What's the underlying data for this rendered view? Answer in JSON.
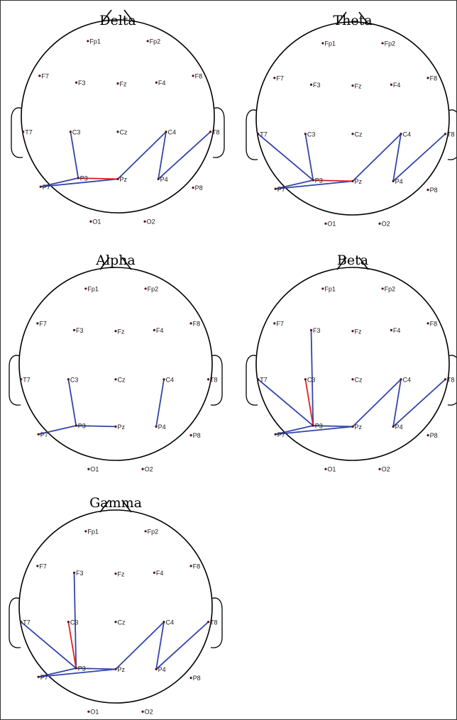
{
  "figure": {
    "panels": [
      {
        "title": "Delta",
        "electrodes": [
          "Fp1",
          "Fp2",
          "F7",
          "F3",
          "Fz",
          "F4",
          "F8",
          "T7",
          "C3",
          "Cz",
          "C4",
          "T8",
          "P7",
          "P3",
          "Pz",
          "P4",
          "P8",
          "O1",
          "O2"
        ],
        "connections": [
          {
            "from": "C3",
            "to": "P3",
            "color": "blue"
          },
          {
            "from": "P3",
            "to": "P7",
            "color": "blue"
          },
          {
            "from": "P7",
            "to": "Pz",
            "color": "blue"
          },
          {
            "from": "P3",
            "to": "Pz",
            "color": "red"
          },
          {
            "from": "Pz",
            "to": "C4",
            "color": "blue"
          },
          {
            "from": "C4",
            "to": "P4",
            "color": "blue"
          },
          {
            "from": "P4",
            "to": "T8",
            "color": "blue"
          }
        ]
      },
      {
        "title": "Theta",
        "electrodes": [
          "Fp1",
          "Fp2",
          "F7",
          "F3",
          "Fz",
          "F4",
          "F8",
          "T7",
          "C3",
          "Cz",
          "C4",
          "T8",
          "P7",
          "P3",
          "Pz",
          "P4",
          "P8",
          "O1",
          "O2"
        ],
        "connections": [
          {
            "from": "T7",
            "to": "P3",
            "color": "blue"
          },
          {
            "from": "C3",
            "to": "P3",
            "color": "blue"
          },
          {
            "from": "P3",
            "to": "P7",
            "color": "blue"
          },
          {
            "from": "P7",
            "to": "Pz",
            "color": "blue"
          },
          {
            "from": "P3",
            "to": "Pz",
            "color": "red"
          },
          {
            "from": "Pz",
            "to": "C4",
            "color": "blue"
          },
          {
            "from": "C4",
            "to": "P4",
            "color": "blue"
          },
          {
            "from": "P4",
            "to": "T8",
            "color": "blue"
          }
        ]
      },
      {
        "title": "Alpha",
        "electrodes": [
          "Fp1",
          "Fp2",
          "F7",
          "F3",
          "Fz",
          "F4",
          "F8",
          "T7",
          "C3",
          "Cz",
          "C4",
          "T8",
          "P7",
          "P3",
          "Pz",
          "P4",
          "P8",
          "O1",
          "O2"
        ],
        "connections": [
          {
            "from": "C3",
            "to": "P3",
            "color": "blue"
          },
          {
            "from": "P3",
            "to": "P7",
            "color": "blue"
          },
          {
            "from": "P3",
            "to": "Pz",
            "color": "blue"
          },
          {
            "from": "C4",
            "to": "P4",
            "color": "blue"
          }
        ]
      },
      {
        "title": "Beta",
        "electrodes": [
          "Fp1",
          "Fp2",
          "F7",
          "F3",
          "Fz",
          "F4",
          "F8",
          "T7",
          "C3",
          "Cz",
          "C4",
          "T8",
          "P7",
          "P3",
          "Pz",
          "P4",
          "P8",
          "O1",
          "O2"
        ],
        "connections": [
          {
            "from": "F3",
            "to": "P3",
            "color": "blue"
          },
          {
            "from": "C3",
            "to": "P3",
            "color": "red"
          },
          {
            "from": "T7",
            "to": "P3",
            "color": "blue"
          },
          {
            "from": "P3",
            "to": "P7",
            "color": "blue"
          },
          {
            "from": "P7",
            "to": "Pz",
            "color": "blue"
          },
          {
            "from": "P3",
            "to": "Pz",
            "color": "blue"
          },
          {
            "from": "Pz",
            "to": "C4",
            "color": "blue"
          },
          {
            "from": "C4",
            "to": "P4",
            "color": "blue"
          },
          {
            "from": "P4",
            "to": "T8",
            "color": "blue"
          }
        ]
      },
      {
        "title": "Gamma",
        "electrodes": [
          "Fp1",
          "Fp2",
          "F7",
          "F3",
          "Fz",
          "F4",
          "F8",
          "T7",
          "C3",
          "Cz",
          "C4",
          "T8",
          "P7",
          "P3",
          "Pz",
          "P4",
          "P8",
          "O1",
          "O2"
        ],
        "connections": [
          {
            "from": "F3",
            "to": "P3",
            "color": "blue"
          },
          {
            "from": "C3",
            "to": "P3",
            "color": "red"
          },
          {
            "from": "T7",
            "to": "P3",
            "color": "blue"
          },
          {
            "from": "P3",
            "to": "P7",
            "color": "blue"
          },
          {
            "from": "P7",
            "to": "Pz",
            "color": "blue"
          },
          {
            "from": "P3",
            "to": "Pz",
            "color": "blue"
          },
          {
            "from": "Pz",
            "to": "C4",
            "color": "blue"
          },
          {
            "from": "C4",
            "to": "P4",
            "color": "blue"
          },
          {
            "from": "P4",
            "to": "T8",
            "color": "blue"
          }
        ]
      }
    ],
    "colors": {
      "head_outline": "#000000",
      "electrode_dot": "#5a1010",
      "connection_blue": "#3344a8",
      "connection_red": "#e02020"
    }
  }
}
